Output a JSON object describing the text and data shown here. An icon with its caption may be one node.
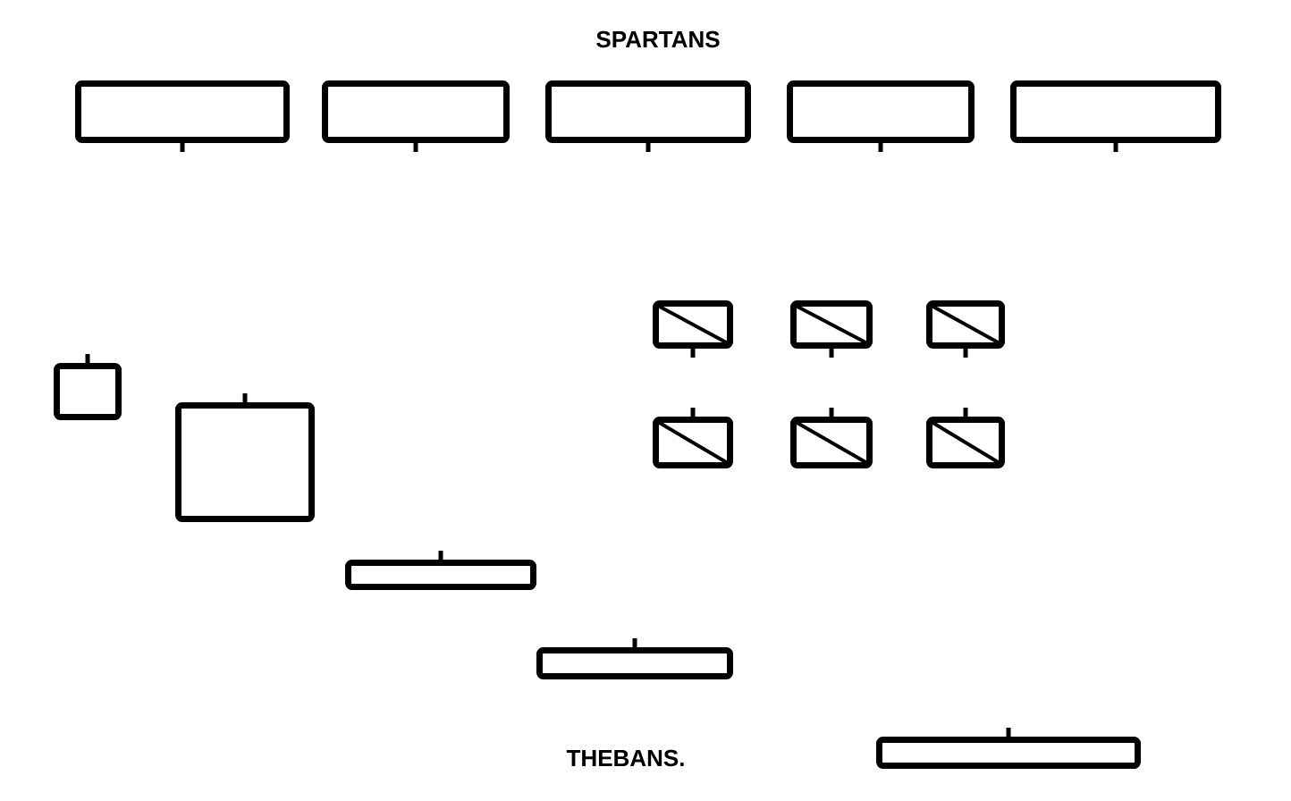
{
  "diagram": {
    "nodes": [
      {
        "text": [],
        "shape": "box"
      },
      {
        "text": [],
        "shape": "box"
      },
      {
        "text": [],
        "shape": "box"
      },
      {
        "text": [],
        "shape": "box"
      },
      {
        "text": [],
        "shape": "box"
      },
      {
        "text": [],
        "shape": "box"
      },
      {
        "text": [],
        "shape": "box"
      },
      {
        "text": [],
        "shape": "box"
      },
      {
        "text": [],
        "shape": "box"
      },
      {
        "text": [],
        "shape": "box"
      },
      {
        "text": [],
        "shape": "box"
      },
      {
        "text": [],
        "shape": "box"
      },
      {
        "text": [],
        "shape": "box"
      },
      {
        "text": [],
        "shape": "box"
      },
      {
        "text": [],
        "shape": "box"
      },
      {
        "text": [],
        "shape": "box"
      }
    ],
    "labels": [
      "SPARTANS",
      "THEBANS."
    ]
  }
}
